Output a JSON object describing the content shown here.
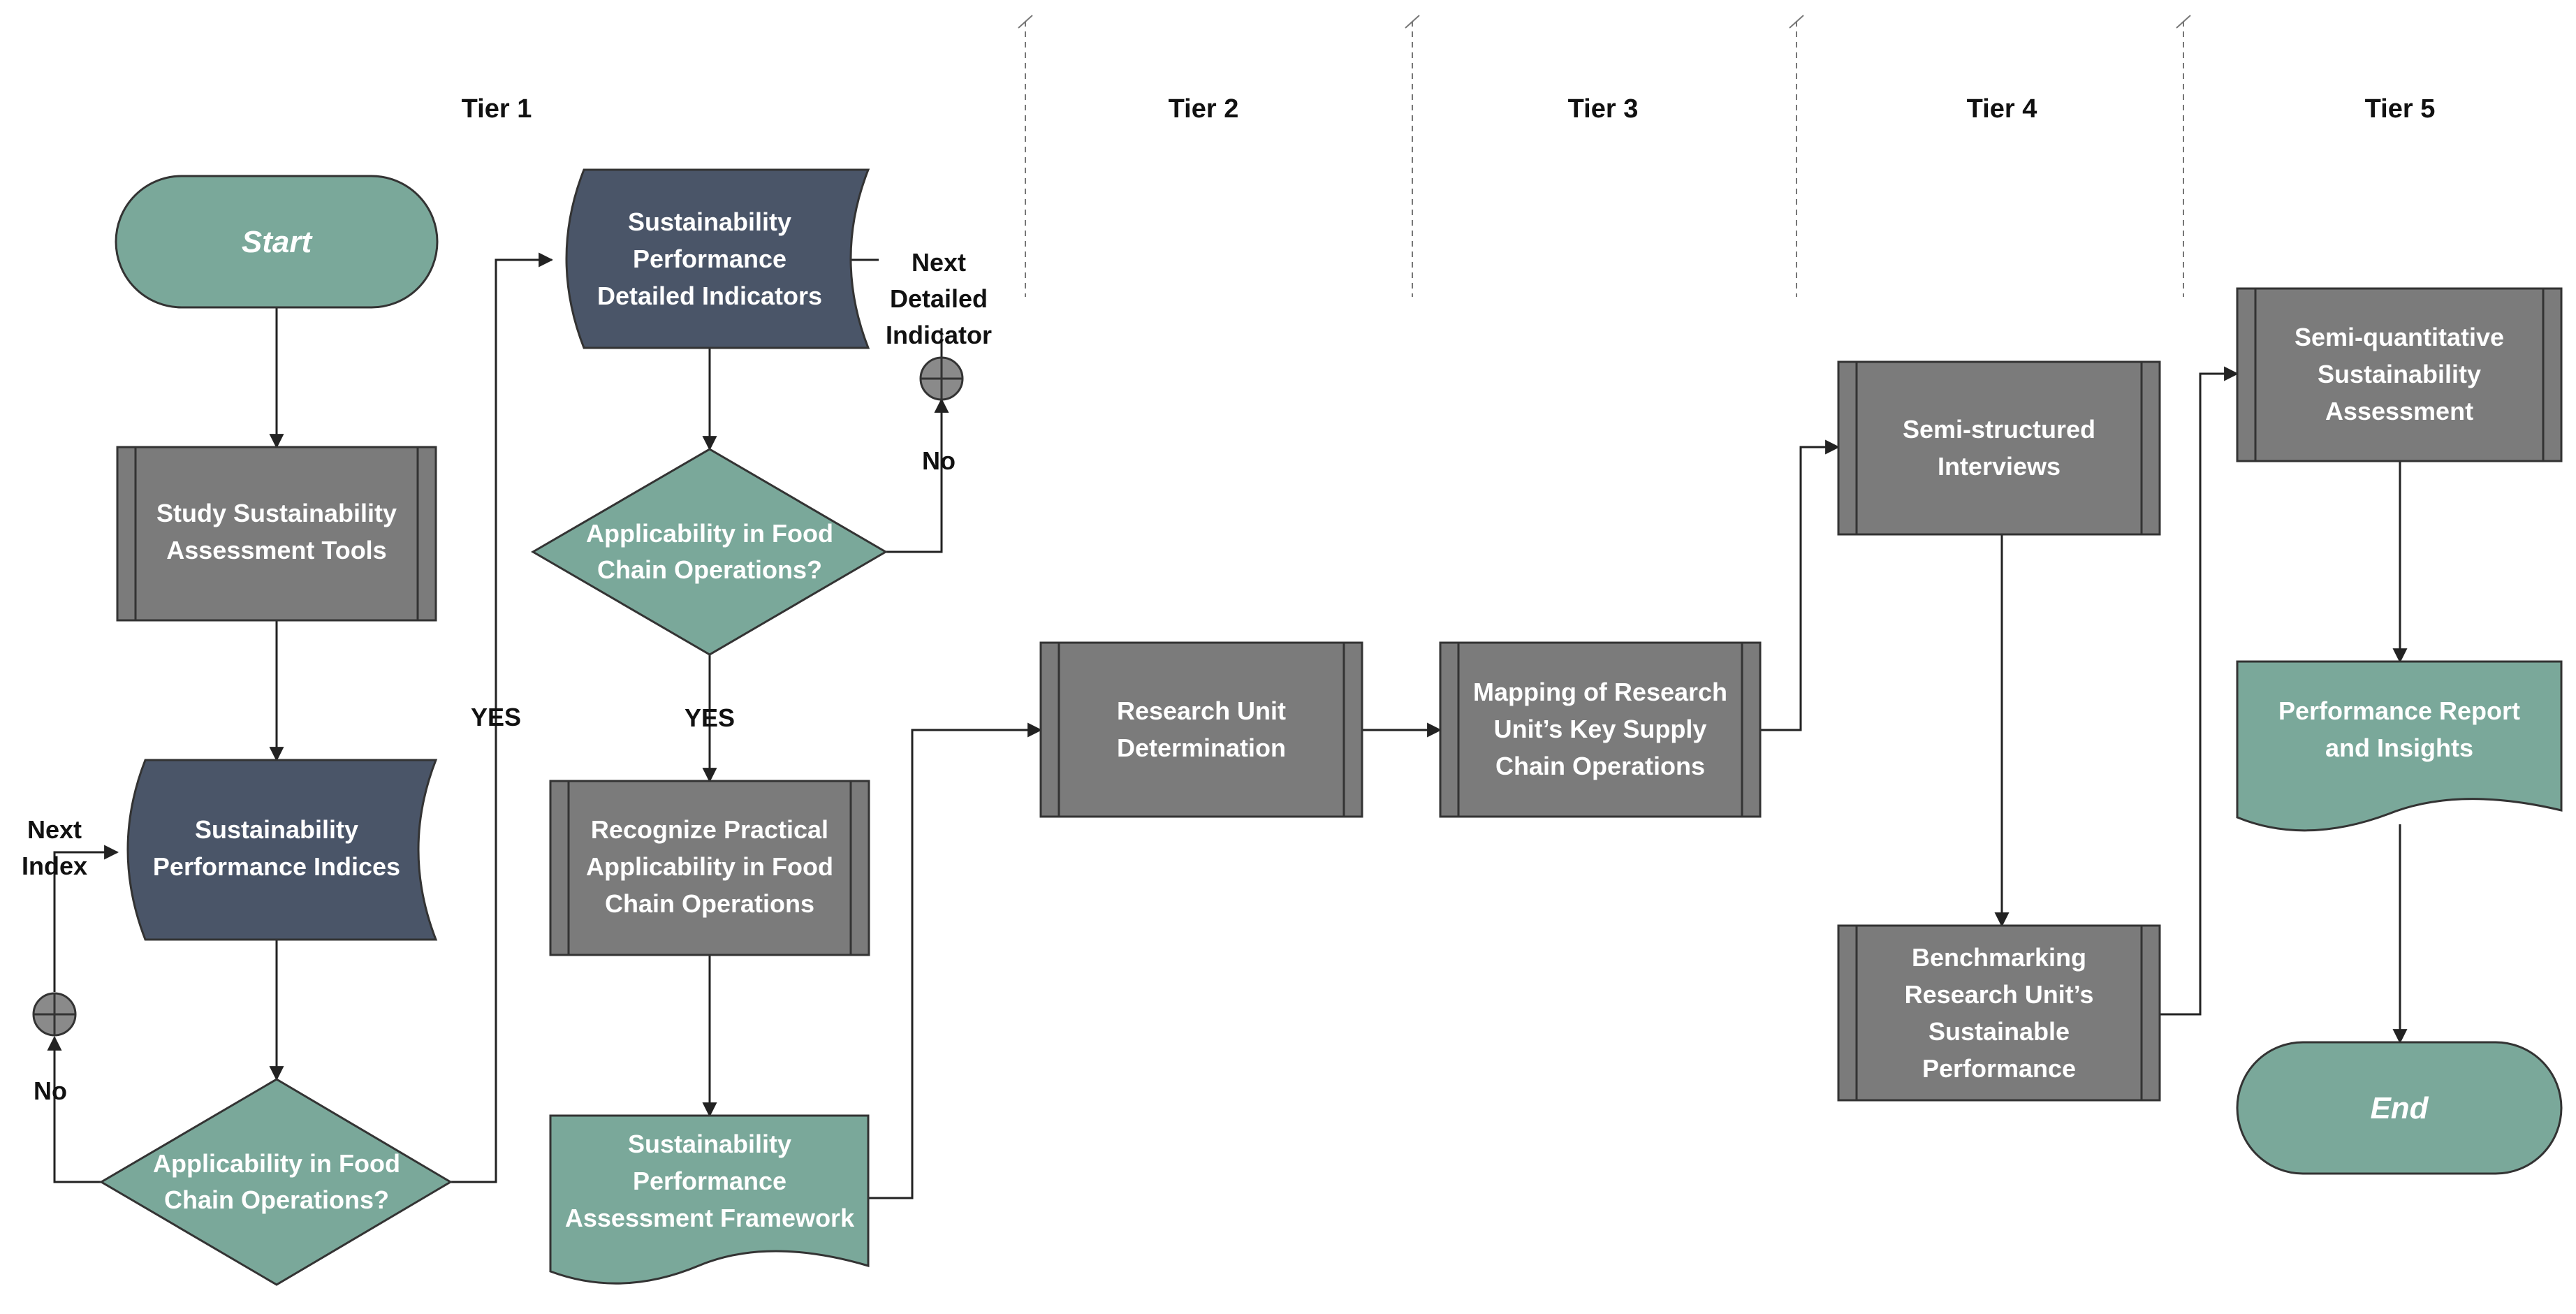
{
  "tiers": [
    "Tier 1",
    "Tier 2",
    "Tier 3",
    "Tier 4",
    "Tier 5"
  ],
  "nodes": {
    "start": [
      "Start"
    ],
    "study_tools": [
      "Study Sustainability",
      "Assessment Tools"
    ],
    "indices": [
      "Sustainability",
      "Performance Indices"
    ],
    "decision_1": [
      "Applicability in Food",
      "Chain Operations?"
    ],
    "detailed_indicators": [
      "Sustainability",
      "Performance",
      "Detailed Indicators"
    ],
    "decision_2": [
      "Applicability in Food",
      "Chain Operations?"
    ],
    "recognize": [
      "Recognize Practical",
      "Applicability in Food",
      "Chain Operations"
    ],
    "framework": [
      "Sustainability",
      "Performance",
      "Assessment Framework"
    ],
    "research_unit": [
      "Research Unit",
      "Determination"
    ],
    "mapping": [
      "Mapping of Research",
      "Unit’s Key Supply",
      "Chain Operations"
    ],
    "interviews": [
      "Semi-structured",
      "Interviews"
    ],
    "benchmarking": [
      "Benchmarking",
      "Research Unit’s",
      "Sustainable",
      "Performance"
    ],
    "semi_quant": [
      "Semi-quantitative",
      "Sustainability",
      "Assessment"
    ],
    "report": [
      "Performance Report",
      "and Insights"
    ],
    "end": [
      "End"
    ]
  },
  "edge_labels": {
    "next_index": [
      "Next",
      "Index"
    ],
    "no_1": "No",
    "yes_1": "YES",
    "next_detailed_indicator": [
      "Next",
      "Detailed",
      "Indicator"
    ],
    "no_2": "No",
    "yes_2": "YES"
  },
  "colors": {
    "teal": "#7aa89a",
    "navy": "#4a5568",
    "gray": "#7b7b7b",
    "outline": "#333333"
  }
}
